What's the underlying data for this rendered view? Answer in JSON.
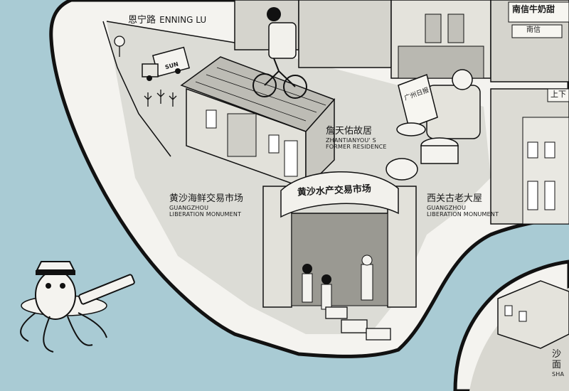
{
  "roads": {
    "enning": {
      "zh": "恩宁路",
      "en": "ENNING LU"
    }
  },
  "truck": {
    "brand": "SUN"
  },
  "signs": {
    "market_gate": "黄沙水产交易市场",
    "shop_top_right": "南信牛奶甜",
    "shop_top_right_small": "南信",
    "right_edge": "上下",
    "newspaper": "广州日报"
  },
  "pois": [
    {
      "zh": "詹天佑故居",
      "en_line1": "ZHANTIANYOU' S",
      "en_line2": "FORMER RESIDENCE"
    },
    {
      "zh": "黄沙海鲜交易市场",
      "en_line1": "GUANGZHOU",
      "en_line2": "LIBERATION MONUMENT"
    },
    {
      "zh": "西关古老大屋",
      "en_line1": "GUANGZHOU",
      "en_line2": "LIBERATION MONUMENT"
    },
    {
      "zh": "沙面",
      "en_line1": "SHA"
    }
  ],
  "colors": {
    "water": "#a9cbd4",
    "land": "#f4f3ef",
    "building_grey": "#d5d4cd",
    "outline": "#111111"
  }
}
